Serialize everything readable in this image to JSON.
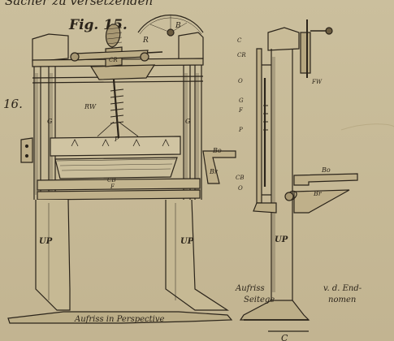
{
  "header_text": "Sächer zu versetzenden",
  "fig_label": "Fig. 15.",
  "fig_number": "16.",
  "perspective": {
    "parts": {
      "R": "R",
      "B": "B",
      "CR": "CR",
      "RW": "RW",
      "P": "P",
      "G_left": "G",
      "G_right": "G",
      "CB": "CB",
      "F": "F",
      "Bo": "Bo",
      "Br": "Br",
      "UP_left": "UP",
      "UP_right": "UP"
    },
    "caption": "Aufriss in Perspective"
  },
  "side": {
    "parts": {
      "C": "C",
      "CR": "CR",
      "O_top": "O",
      "G": "G",
      "F": "F",
      "P": "P",
      "FW": "FW",
      "CB": "CB",
      "O_bottom": "O",
      "Bo": "Bo",
      "Br": "Br",
      "UP": "UP"
    },
    "caption_left_1": "Aufriss",
    "caption_left_2": "Seitege",
    "caption_right_1": "v. d. End-",
    "caption_right_2": "nomen"
  },
  "footer_mark": "C",
  "colors": {
    "paper": "#c9bd9b",
    "ink": "#2b241a"
  }
}
